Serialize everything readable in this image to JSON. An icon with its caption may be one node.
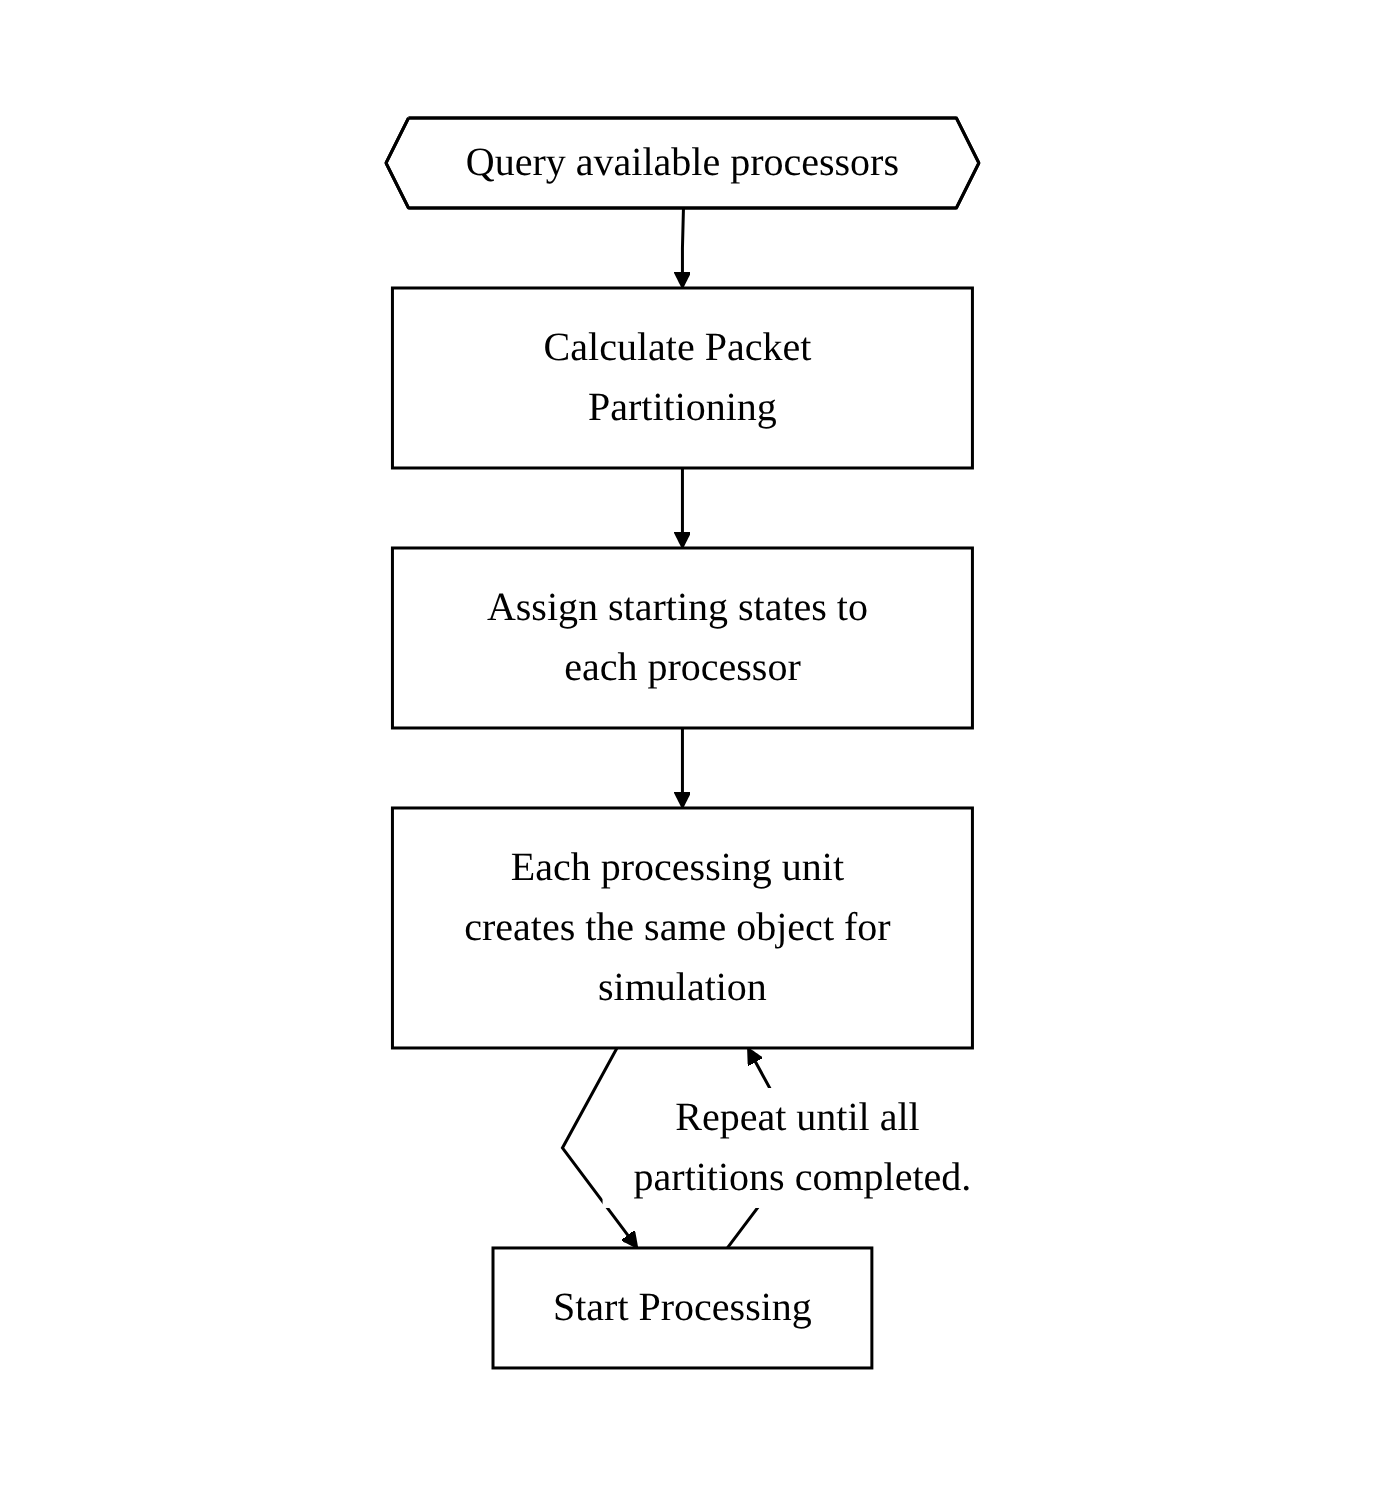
{
  "diagram": {
    "nodes": [
      {
        "text": [
          "Query available processors"
        ]
      },
      {
        "text": [
          "Calculate Packet Partitioning"
        ]
      },
      {
        "text": [
          "Assign starting states to each processor"
        ]
      },
      {
        "text": [
          "Each processing unit creates the same object for simulation"
        ]
      },
      {
        "text": [
          "Start Processing"
        ]
      }
    ],
    "edges": [
      {
        "from": 0,
        "to": 1,
        "arrow": "to"
      },
      {
        "from": 1,
        "to": 2,
        "arrow": "to"
      },
      {
        "from": 2,
        "to": 3,
        "arrow": "to"
      },
      {
        "from": 3,
        "to": 4,
        "arrow": "to"
      },
      {
        "from": 4,
        "to": 3,
        "arrow": "to",
        "label": "Repeat until all partitions completed."
      }
    ]
  }
}
